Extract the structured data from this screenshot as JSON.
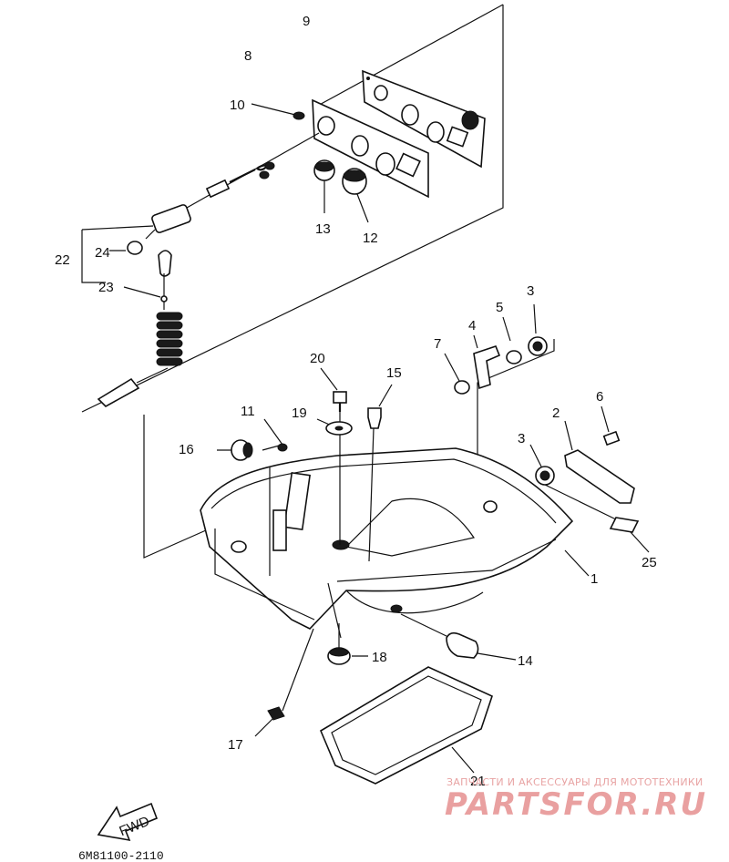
{
  "callouts": [
    {
      "id": "c1",
      "label": "1"
    },
    {
      "id": "c2",
      "label": "2"
    },
    {
      "id": "c3a",
      "label": "3"
    },
    {
      "id": "c3b",
      "label": "3"
    },
    {
      "id": "c4",
      "label": "4"
    },
    {
      "id": "c5",
      "label": "5"
    },
    {
      "id": "c6",
      "label": "6"
    },
    {
      "id": "c7",
      "label": "7"
    },
    {
      "id": "c8",
      "label": "8"
    },
    {
      "id": "c9",
      "label": "9"
    },
    {
      "id": "c10",
      "label": "10"
    },
    {
      "id": "c11",
      "label": "11"
    },
    {
      "id": "c12",
      "label": "12"
    },
    {
      "id": "c13",
      "label": "13"
    },
    {
      "id": "c14",
      "label": "14"
    },
    {
      "id": "c15",
      "label": "15"
    },
    {
      "id": "c16",
      "label": "16"
    },
    {
      "id": "c17",
      "label": "17"
    },
    {
      "id": "c18",
      "label": "18"
    },
    {
      "id": "c19",
      "label": "19"
    },
    {
      "id": "c20",
      "label": "20"
    },
    {
      "id": "c21",
      "label": "21"
    },
    {
      "id": "c22",
      "label": "22"
    },
    {
      "id": "c23",
      "label": "23"
    },
    {
      "id": "c24",
      "label": "24"
    },
    {
      "id": "c25",
      "label": "25"
    }
  ],
  "fwd_label": "FWD",
  "diagram_code": "6M81100-2110",
  "watermark": {
    "line1": "ЗАПЧАСТИ И АКСЕССУАРЫ ДЛЯ МОТОТЕХНИКИ",
    "line2": "PARTSFOR.RU"
  }
}
